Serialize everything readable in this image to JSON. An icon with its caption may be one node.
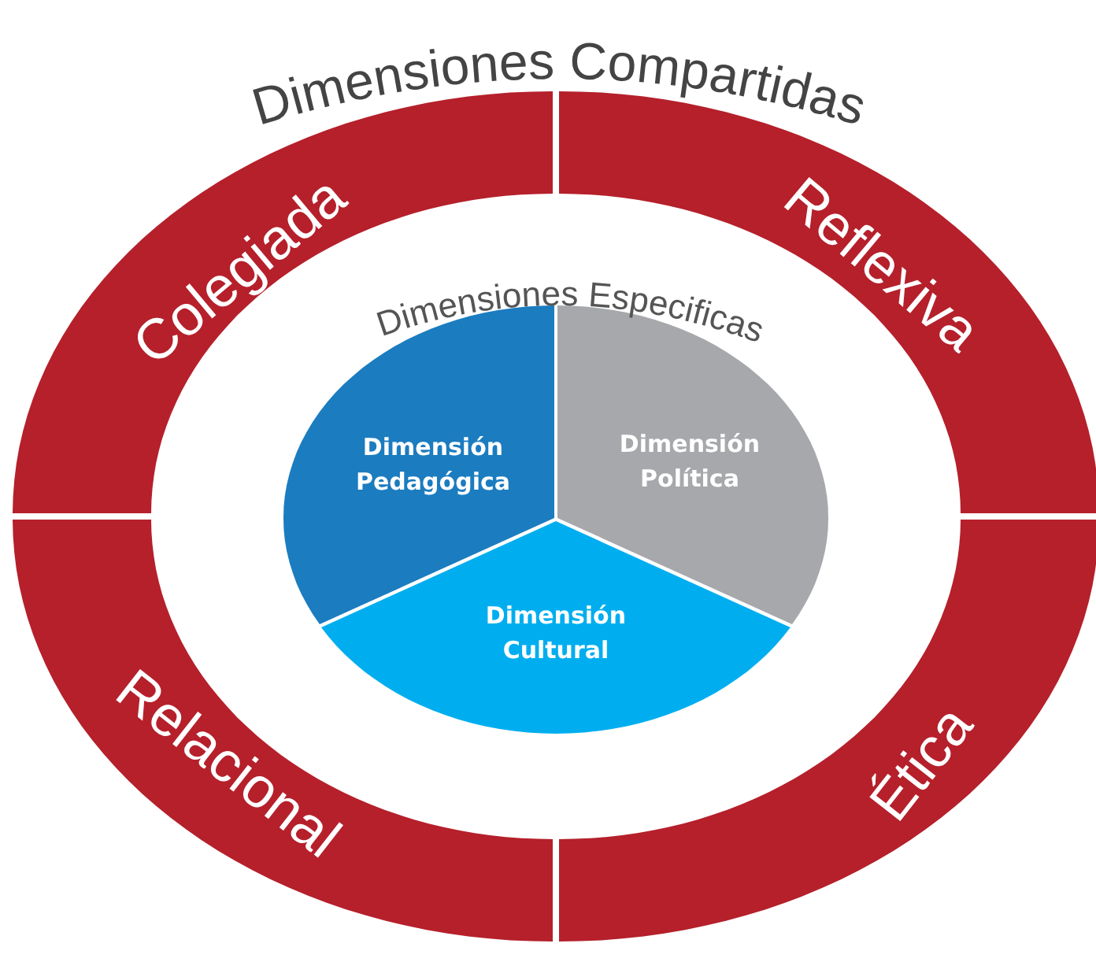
{
  "diagram": {
    "nodes": [
      {
        "text": [
          "Colegiada"
        ]
      },
      {
        "text": [
          "Reflexiva"
        ]
      },
      {
        "text": [
          "Relacional"
        ]
      },
      {
        "text": [
          "Ética"
        ]
      },
      {
        "text": [
          "Dimensión Pedagógica"
        ]
      },
      {
        "text": [
          "Dimensión Política"
        ]
      },
      {
        "text": [
          "Dimensión Cultural"
        ]
      }
    ],
    "edges": [],
    "labels": [
      "Dimensiones Compartidas",
      "Dimensiones Especificas"
    ]
  }
}
